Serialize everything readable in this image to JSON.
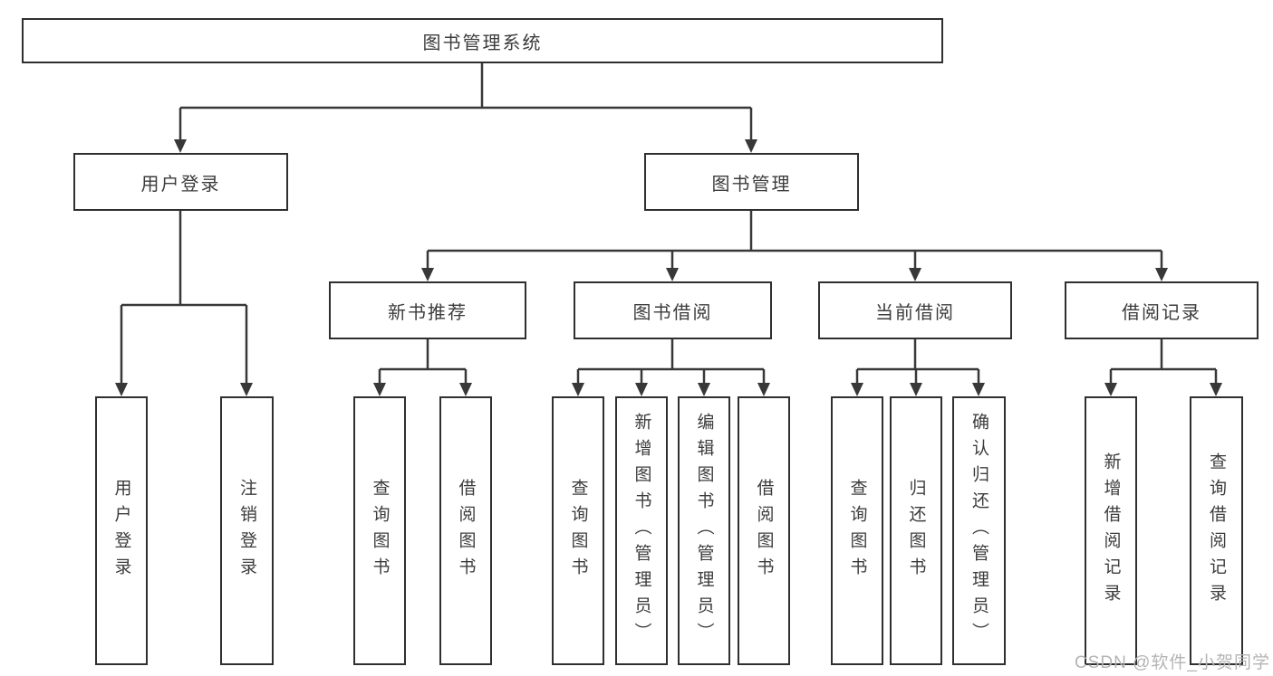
{
  "tree": {
    "root": "图书管理系统",
    "children": [
      {
        "label": "用户登录",
        "children": [
          {
            "label": "用户登录"
          },
          {
            "label": "注销登录"
          }
        ]
      },
      {
        "label": "图书管理",
        "children": [
          {
            "label": "新书推荐",
            "children": [
              {
                "label": "查询图书"
              },
              {
                "label": "借阅图书"
              }
            ]
          },
          {
            "label": "图书借阅",
            "children": [
              {
                "label": "查询图书"
              },
              {
                "label": "新增图书（管理员）"
              },
              {
                "label": "编辑图书（管理员）"
              },
              {
                "label": "借阅图书"
              }
            ]
          },
          {
            "label": "当前借阅",
            "children": [
              {
                "label": "查询图书"
              },
              {
                "label": "归还图书"
              },
              {
                "label": "确认归还（管理员）"
              }
            ]
          },
          {
            "label": "借阅记录",
            "children": [
              {
                "label": "新增借阅记录"
              },
              {
                "label": "查询借阅记录"
              }
            ]
          }
        ]
      }
    ]
  },
  "watermark": {
    "text": "CSDN @软件_小贺同学",
    "color": "#b4b4b4"
  },
  "colors": {
    "line": "#383838",
    "box_border": "#2f2f2f",
    "text": "#3c3c3c",
    "background": "#ffffff"
  }
}
